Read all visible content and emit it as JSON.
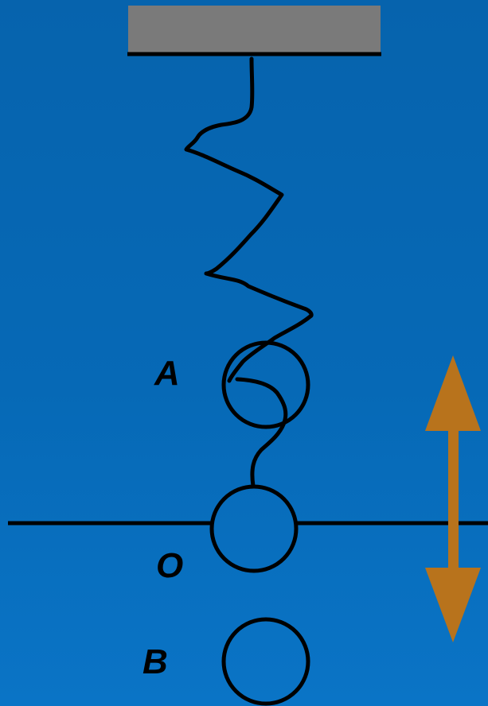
{
  "labels": {
    "a": "A",
    "o": "O",
    "b": "B"
  },
  "colors": {
    "background_top": "#0663ad",
    "background_bottom": "#0a74c6",
    "ceiling_block": "#7a7a7a",
    "line": "#000000",
    "arrow": "#b8731c"
  }
}
